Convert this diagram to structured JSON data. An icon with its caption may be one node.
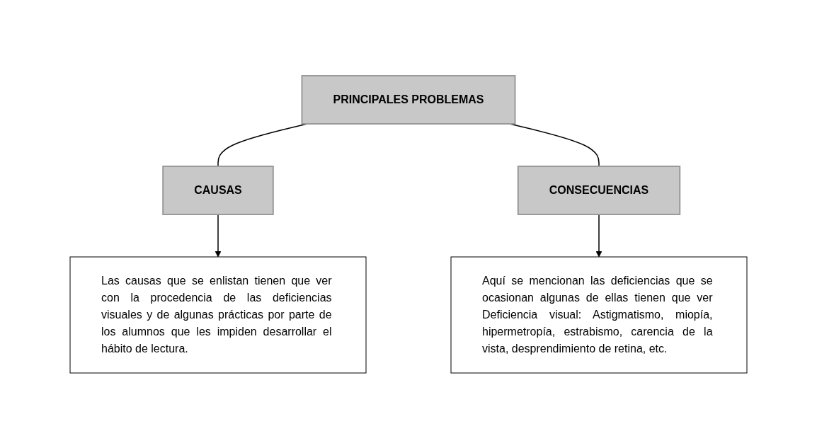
{
  "diagram": {
    "nodes": [
      {
        "text": [
          "PRINCIPALES PROBLEMAS"
        ]
      },
      {
        "text": [
          "CAUSAS"
        ]
      },
      {
        "text": [
          "CONSECUENCIAS"
        ]
      },
      {
        "text": [
          "Las causas que se enlistan tienen que ver con la procedencia de las deficiencias visuales y de algunas prácticas por parte de los alumnos que les impiden desarrollar el hábito de lectura."
        ]
      },
      {
        "text": [
          "Aquí se mencionan las deficiencias que se ocasionan algunas de ellas tienen que ver Deficiencia visual: Astigmatismo, miopía, hipermetropía, estrabismo, carencia de la vista, desprendimiento de retina, etc."
        ]
      }
    ],
    "edges": [
      {
        "from": 0,
        "to": 1,
        "arrow": "none"
      },
      {
        "from": 0,
        "to": 2,
        "arrow": "none"
      },
      {
        "from": 1,
        "to": 3,
        "arrow": "to"
      },
      {
        "from": 2,
        "to": 4,
        "arrow": "to"
      }
    ]
  }
}
